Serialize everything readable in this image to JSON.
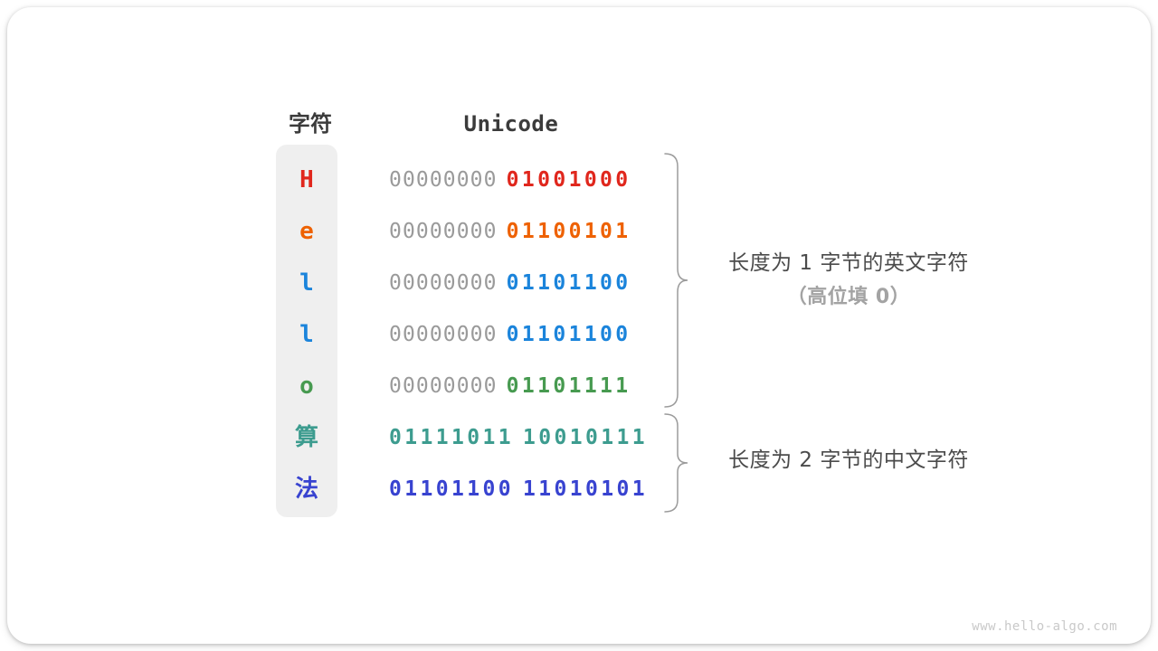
{
  "table": {
    "char_header": "字符",
    "unicode_header": "Unicode",
    "rows": [
      {
        "char": "H",
        "char_color": "#e0271d",
        "byte1": "00000000",
        "byte1_muted": true,
        "byte2": "01001000",
        "byte2_color": "#e0271d"
      },
      {
        "char": "e",
        "char_color": "#ee6101",
        "byte1": "00000000",
        "byte1_muted": true,
        "byte2": "01100101",
        "byte2_color": "#ee6101"
      },
      {
        "char": "l",
        "char_color": "#1b84db",
        "byte1": "00000000",
        "byte1_muted": true,
        "byte2": "01101100",
        "byte2_color": "#1b84db"
      },
      {
        "char": "l",
        "char_color": "#1b84db",
        "byte1": "00000000",
        "byte1_muted": true,
        "byte2": "01101100",
        "byte2_color": "#1b84db"
      },
      {
        "char": "o",
        "char_color": "#479a50",
        "byte1": "00000000",
        "byte1_muted": true,
        "byte2": "01101111",
        "byte2_color": "#479a50"
      },
      {
        "char": "算",
        "char_color": "#3d9c8f",
        "byte1": "01111011",
        "byte1_muted": false,
        "byte1_color": "#3d9c8f",
        "byte2": "10010111",
        "byte2_color": "#3d9c8f"
      },
      {
        "char": "法",
        "char_color": "#3843d0",
        "byte1": "01101100",
        "byte1_muted": false,
        "byte1_color": "#3843d0",
        "byte2": "11010101",
        "byte2_color": "#3843d0"
      }
    ]
  },
  "annotations": {
    "group1": {
      "line1": "长度为 1 字节的英文字符",
      "line2": "（高位填 0）"
    },
    "group2": {
      "line1": "长度为 2 字节的中文字符"
    }
  },
  "watermark": "www.hello-algo.com",
  "colors": {
    "muted_byte": "#9a9a9a",
    "brace": "#9b9b9b",
    "header_text": "#3b3b3b",
    "annotation_text": "#4b4b4b",
    "annotation_sub": "#a3a3a3",
    "column_bg": "#efefef",
    "watermark": "#c9c9c9",
    "card_bg": "#ffffff"
  }
}
